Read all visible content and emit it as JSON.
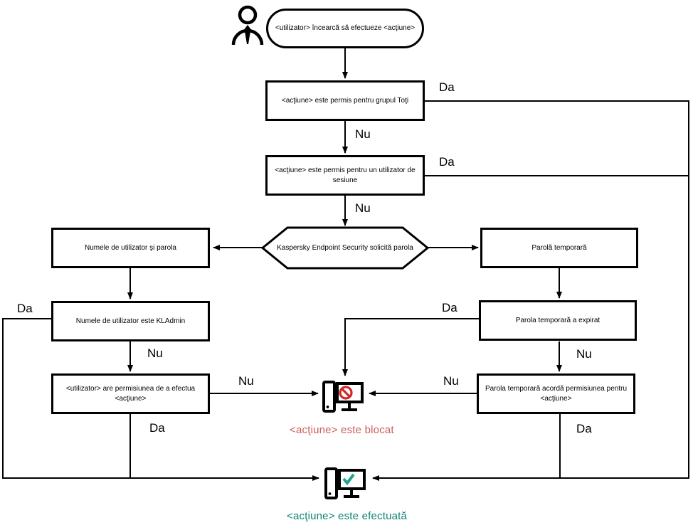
{
  "diagram": {
    "nodes": {
      "start": "<utilizator> încearcă să efectueze <acţiune>",
      "allowed_everyone": "<acţiune> este permis pentru grupul Toţi",
      "allowed_session_user": "<acţiune> este permis pentru un utilizator de sesiune",
      "kes_prompt": "Kaspersky Endpoint Security solicită parola",
      "username_password": "Numele de utilizator şi parola",
      "temp_password": "Parolă temporară",
      "username_kladmin": "Numele de utilizator este KLAdmin",
      "user_has_permission": "<utilizator> are permisiunea de a efectua <acţiune>",
      "temp_password_expired": "Parola temporară a expirat",
      "temp_password_grants": "Parola temporară acordă permisiunea pentru <acţiune>",
      "action_blocked": "<acţiune> este blocat",
      "action_performed": "<acţiune> este efectuată"
    },
    "labels": {
      "yes": "Da",
      "no": "Nu"
    },
    "icons": {
      "user-icon": "person silhouette with tie",
      "blocked-computer-icon": "pc with prohibition sign",
      "performed-computer-icon": "pc with checkmark"
    },
    "colors": {
      "line": "#000000",
      "box_border": "#000000",
      "blocked_text": "#c9605b",
      "blocked_icon": "#d02828",
      "performed_text": "#0e8276",
      "performed_icon": "#22a38e",
      "background": "#ffffff"
    }
  }
}
